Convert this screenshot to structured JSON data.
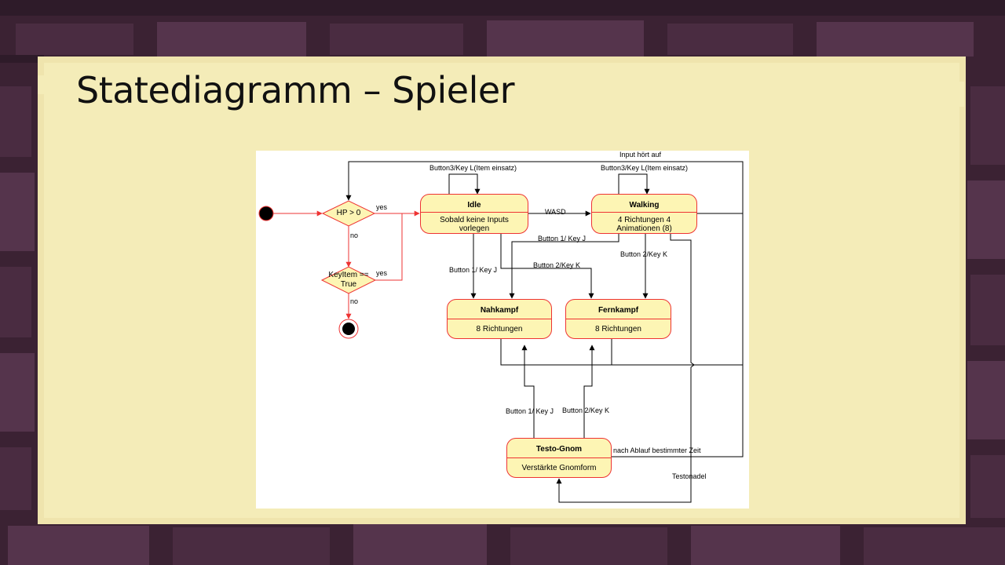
{
  "slide": {
    "title": "Statediagramm – Spieler"
  },
  "diagram": {
    "decisions": {
      "hp": "HP > 0",
      "keyitem_line1": "KeyItem ==",
      "keyitem_line2": "True"
    },
    "states": {
      "idle": {
        "name": "Idle",
        "line1": "Sobald keine Inputs",
        "line2": "vorlegen"
      },
      "walking": {
        "name": "Walking",
        "line1": "4 Richtungen 4",
        "line2": "Animationen (8)"
      },
      "nahkampf": {
        "name": "Nahkampf",
        "line1": "8 Richtungen"
      },
      "fernkampf": {
        "name": "Fernkampf",
        "line1": "8 Richtungen"
      },
      "testo": {
        "name": "Testo-Gnom",
        "line1": "Verstärkte Gnomform"
      }
    },
    "labels": {
      "yes1": "yes",
      "no1": "no",
      "yes2": "yes",
      "no2": "no",
      "wasd": "WASD",
      "input_stop": "Input hört auf",
      "idle_self": "Button3/Key L(Item einsatz)",
      "walk_self": "Button3/Key L(Item einsatz)",
      "walk_b1": "Button 1/ Key J",
      "walk_b2": "Button 2/Key K",
      "idle_b1": "Button 1/ Key J",
      "idle_b2": "Button 2/Key K",
      "testo_b1": "Button 1/ Key J",
      "testo_b2": "Button 2/Key K",
      "timeout": "nach Ablauf bestimmter Zeit",
      "testonadel": "Testonadel"
    },
    "colors": {
      "state_fill": "#fdf5b4",
      "state_border": "#e33333",
      "arrow": "#000000",
      "accent_arrow": "#e33333"
    }
  }
}
